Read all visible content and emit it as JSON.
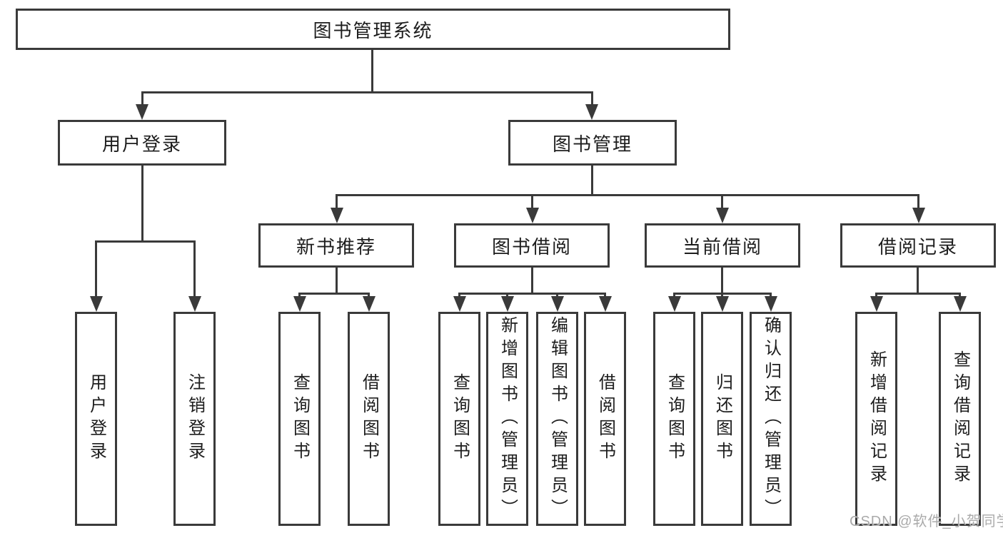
{
  "colors": {
    "line": "#3a3a3a",
    "text": "#1d1d1d",
    "bg": "#ffffff",
    "box-bg": "#ffffff",
    "watermark": "#aaaaaa"
  },
  "diagram": {
    "root": {
      "label": "图书管理系统"
    },
    "level2": [
      {
        "id": "user-login",
        "label": "用户登录"
      },
      {
        "id": "book-management",
        "label": "图书管理"
      }
    ],
    "level3": [
      {
        "id": "new-book-recommend",
        "label": "新书推荐"
      },
      {
        "id": "book-borrow",
        "label": "图书借阅"
      },
      {
        "id": "current-borrow",
        "label": "当前借阅"
      },
      {
        "id": "borrow-records",
        "label": "借阅记录"
      }
    ],
    "leaves": [
      {
        "group": "user-login",
        "label": "用户登录"
      },
      {
        "group": "user-login",
        "label": "注销登录"
      },
      {
        "group": "new-book-recommend",
        "label": "查询图书"
      },
      {
        "group": "new-book-recommend",
        "label": "借阅图书"
      },
      {
        "group": "book-borrow",
        "label": "查询图书"
      },
      {
        "group": "book-borrow",
        "label": "新增图书（管理员）"
      },
      {
        "group": "book-borrow",
        "label": "编辑图书（管理员）"
      },
      {
        "group": "book-borrow",
        "label": "借阅图书"
      },
      {
        "group": "current-borrow",
        "label": "查询图书"
      },
      {
        "group": "current-borrow",
        "label": "归还图书"
      },
      {
        "group": "current-borrow",
        "label": "确认归还（管理员）"
      },
      {
        "group": "borrow-records",
        "label": "新增借阅记录"
      },
      {
        "group": "borrow-records",
        "label": "查询借阅记录"
      }
    ]
  },
  "watermark": {
    "text": "CSDN @软件_小贺同学"
  }
}
